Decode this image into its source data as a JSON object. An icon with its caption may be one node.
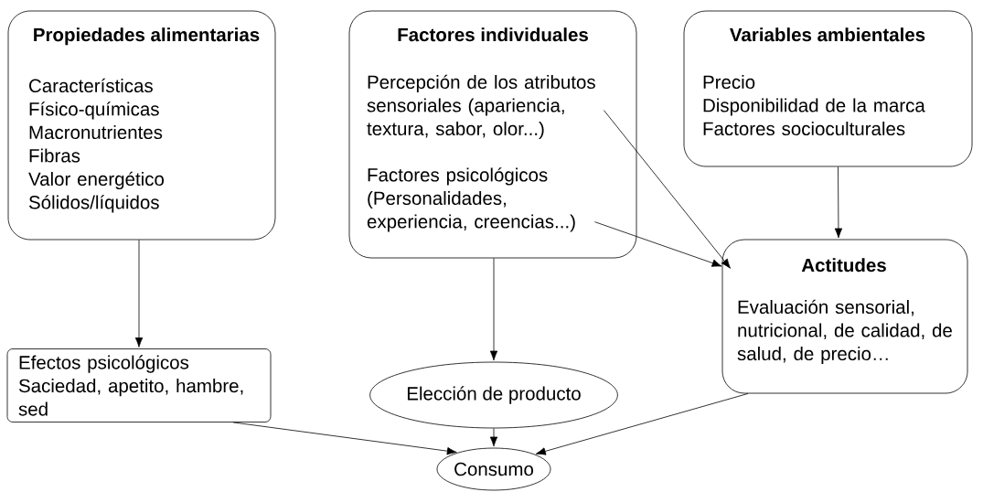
{
  "diagram": {
    "nodes": [
      {
        "text": [
          "Propiedades alimentarias",
          "Características",
          "Físico-químicas",
          "Macronutrientes",
          "Fibras",
          "Valor energético",
          "Sólidos/líquidos"
        ]
      },
      {
        "text": [
          "Factores individuales",
          "Percepción de los atributos sensoriales (apariencia, textura, sabor, olor...)",
          "Factores psicológicos (Personalidades, experiencia, creencias...)"
        ]
      },
      {
        "text": [
          "Variables ambientales",
          "Precio",
          "Disponibilidad de la marca",
          "Factores socioculturales"
        ]
      },
      {
        "text": [
          "Actitudes",
          "Evaluación sensorial, nutricional, de calidad, de salud, de precio…"
        ]
      },
      {
        "text": [
          "Efectos psicológicos",
          "Saciedad, apetito, hambre, sed"
        ]
      },
      {
        "text": [
          "Elección de producto"
        ]
      },
      {
        "text": [
          "Consumo"
        ]
      }
    ],
    "edges": [
      {
        "from": 0,
        "to": 4,
        "arrow": "to"
      },
      {
        "from": 1,
        "to": 5,
        "arrow": "to"
      },
      {
        "from": 1,
        "to": 3,
        "arrow": "to"
      },
      {
        "from": 1,
        "to": 3,
        "arrow": "to"
      },
      {
        "from": 2,
        "to": 3,
        "arrow": "to"
      },
      {
        "from": 4,
        "to": 6,
        "arrow": "to"
      },
      {
        "from": 5,
        "to": 6,
        "arrow": "to"
      },
      {
        "from": 3,
        "to": 6,
        "arrow": "to"
      }
    ]
  }
}
